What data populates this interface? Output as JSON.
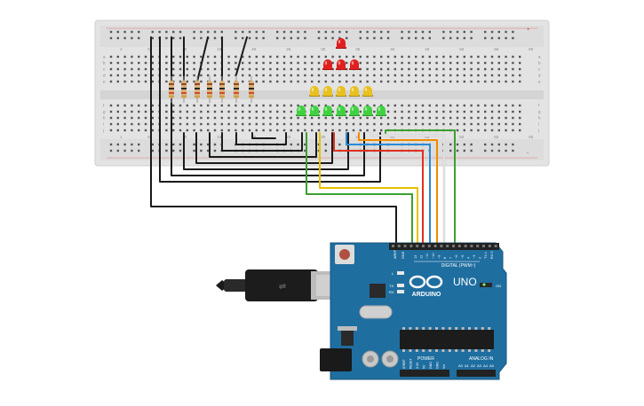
{
  "breadboard": {
    "label_row_letters_top": [
      "a",
      "b",
      "c",
      "d",
      "e"
    ],
    "label_row_letters_bottom": [
      "f",
      "g",
      "h",
      "i",
      "j"
    ],
    "column_numbers": [
      "1",
      "5",
      "10",
      "15",
      "20",
      "25",
      "30",
      "35",
      "40",
      "45",
      "50",
      "55",
      "60"
    ],
    "rail_plus": "+",
    "rail_minus": "-"
  },
  "components": {
    "resistor_count": 7,
    "led_colors": {
      "red": "#e02020",
      "yellow": "#e8c020",
      "green": "#40d040"
    },
    "red_leds": 4,
    "yellow_leds": 5,
    "green_leds": 7
  },
  "wire_colors": {
    "black": "#1a1a1a",
    "green": "#3aa030",
    "yellow": "#e8c000",
    "red": "#e03020",
    "blue": "#2a8ad8",
    "orange": "#f08c00",
    "white": "#f2f2f2"
  },
  "arduino": {
    "model": "UNO",
    "brand": "ARDUINO",
    "board_color": "#1f6ea0",
    "digital_label": "DIGITAL (PWM~)",
    "power_label": "POWER",
    "analog_label": "ANALOG IN",
    "on_label": "ON",
    "tx_label": "TX",
    "rx_label": "RX",
    "l_label": "L",
    "aref": "AREF",
    "gnd": "GND",
    "digital_pins": [
      "13",
      "12",
      "~11",
      "~10",
      "~9",
      "8",
      "7",
      "~6",
      "~5",
      "4",
      "~3",
      "2",
      "TX 1",
      "RX 0"
    ],
    "power_pins": [
      "IOREF",
      "RESET",
      "3.3V",
      "5V",
      "GND",
      "GND",
      "Vin"
    ],
    "analog_pins": [
      "A0",
      "A1",
      "A2",
      "A3",
      "A4",
      "A5"
    ]
  }
}
